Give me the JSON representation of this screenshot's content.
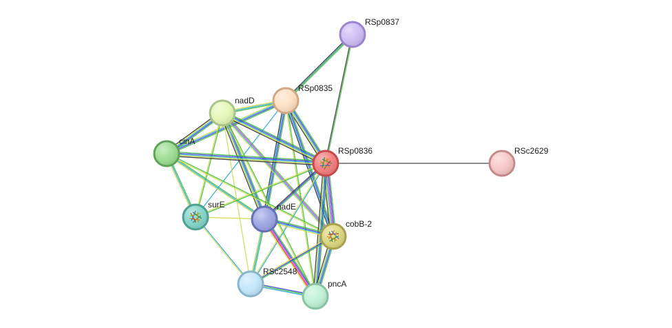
{
  "nodes": [
    {
      "id": "RSp0837",
      "label": "RSp0837",
      "fill": "#cdbdf4",
      "stroke": "#9a84cf"
    },
    {
      "id": "RSp0835",
      "label": "RSp0835",
      "fill": "#fde0c4",
      "stroke": "#d2a883"
    },
    {
      "id": "nadD",
      "label": "nadD",
      "fill": "#e4f7b7",
      "stroke": "#a9c487"
    },
    {
      "id": "cinA",
      "label": "cinA",
      "fill": "#9ddd92",
      "stroke": "#5ea35a"
    },
    {
      "id": "RSp0836",
      "label": "RSp0836",
      "fill": "#f47e7e",
      "stroke": "#c64a4a",
      "structure": true
    },
    {
      "id": "RSc2629",
      "label": "RSc2629",
      "fill": "#f7c7c7",
      "stroke": "#c48a8a"
    },
    {
      "id": "surE",
      "label": "surE",
      "fill": "#83d6c9",
      "stroke": "#519e93",
      "structure": true
    },
    {
      "id": "nadE",
      "label": "nadE",
      "fill": "#9da5e3",
      "stroke": "#6670b4"
    },
    {
      "id": "cobB-2",
      "label": "cobB-2",
      "fill": "#ddd77f",
      "stroke": "#a6a14e",
      "structure": true
    },
    {
      "id": "RSc2548",
      "label": "RSc2548",
      "fill": "#c4e6fb",
      "stroke": "#8ab3cd"
    },
    {
      "id": "pncA",
      "label": "pncA",
      "fill": "#bff1d6",
      "stroke": "#87c2a1"
    }
  ],
  "edge_colors": {
    "green": "#3fbf3f",
    "dark": "#333333",
    "blue": "#3b3bd6",
    "cyan": "#29a8d6",
    "yellow": "#d1d94f",
    "magenta": "#d63bd6",
    "red": "#d63b3b",
    "teal": "#2f8f8f"
  },
  "edges": [
    {
      "a": "RSp0837",
      "b": "RSp0836",
      "types": [
        "green",
        "dark"
      ]
    },
    {
      "a": "RSp0837",
      "b": "RSp0835",
      "types": [
        "green",
        "teal",
        "dark"
      ]
    },
    {
      "a": "RSp0835",
      "b": "nadD",
      "types": [
        "green",
        "cyan",
        "yellow"
      ]
    },
    {
      "a": "RSp0835",
      "b": "cinA",
      "types": [
        "green",
        "blue",
        "cyan",
        "yellow"
      ]
    },
    {
      "a": "RSp0835",
      "b": "RSp0836",
      "types": [
        "green",
        "blue",
        "cyan",
        "yellow",
        "dark"
      ]
    },
    {
      "a": "RSp0835",
      "b": "nadE",
      "types": [
        "green",
        "blue",
        "cyan",
        "dark"
      ]
    },
    {
      "a": "RSp0835",
      "b": "surE",
      "types": [
        "cyan"
      ]
    },
    {
      "a": "RSp0835",
      "b": "cobB-2",
      "types": [
        "green",
        "blue",
        "cyan",
        "dark"
      ]
    },
    {
      "a": "RSp0835",
      "b": "pncA",
      "types": [
        "green",
        "yellow"
      ]
    },
    {
      "a": "nadD",
      "b": "cinA",
      "types": [
        "green",
        "blue",
        "cyan",
        "yellow",
        "dark"
      ]
    },
    {
      "a": "nadD",
      "b": "RSp0836",
      "types": [
        "green",
        "blue",
        "cyan",
        "yellow",
        "dark"
      ]
    },
    {
      "a": "nadD",
      "b": "surE",
      "types": [
        "green",
        "yellow"
      ]
    },
    {
      "a": "nadD",
      "b": "nadE",
      "types": [
        "green",
        "blue",
        "cyan",
        "yellow",
        "dark"
      ]
    },
    {
      "a": "nadD",
      "b": "cobB-2",
      "types": [
        "green",
        "magenta",
        "cyan",
        "yellow"
      ]
    },
    {
      "a": "nadD",
      "b": "RSc2548",
      "types": [
        "yellow"
      ]
    },
    {
      "a": "nadD",
      "b": "pncA",
      "types": [
        "green",
        "yellow"
      ]
    },
    {
      "a": "cinA",
      "b": "RSp0836",
      "types": [
        "green",
        "blue",
        "cyan",
        "yellow",
        "dark"
      ]
    },
    {
      "a": "cinA",
      "b": "surE",
      "types": [
        "green",
        "cyan",
        "yellow"
      ]
    },
    {
      "a": "cinA",
      "b": "nadE",
      "types": [
        "green",
        "cyan",
        "yellow"
      ]
    },
    {
      "a": "cinA",
      "b": "cobB-2",
      "types": [
        "green",
        "yellow"
      ]
    },
    {
      "a": "RSp0836",
      "b": "RSc2629",
      "types": [
        "dark"
      ]
    },
    {
      "a": "RSp0836",
      "b": "surE",
      "types": [
        "green",
        "yellow"
      ]
    },
    {
      "a": "RSp0836",
      "b": "nadE",
      "types": [
        "green",
        "blue",
        "dark"
      ]
    },
    {
      "a": "RSp0836",
      "b": "cobB-2",
      "types": [
        "green",
        "blue",
        "magenta",
        "cyan",
        "yellow",
        "dark"
      ]
    },
    {
      "a": "RSp0836",
      "b": "pncA",
      "types": [
        "green",
        "blue",
        "cyan",
        "yellow",
        "dark"
      ]
    },
    {
      "a": "RSp0836",
      "b": "RSc2548",
      "types": [
        "cyan",
        "yellow"
      ]
    },
    {
      "a": "surE",
      "b": "nadE",
      "types": [
        "yellow"
      ]
    },
    {
      "a": "surE",
      "b": "RSc2548",
      "types": [
        "cyan",
        "yellow"
      ]
    },
    {
      "a": "nadE",
      "b": "cobB-2",
      "types": [
        "green",
        "blue",
        "cyan",
        "yellow"
      ]
    },
    {
      "a": "nadE",
      "b": "pncA",
      "types": [
        "green",
        "blue",
        "magenta",
        "red",
        "yellow"
      ]
    },
    {
      "a": "nadE",
      "b": "RSc2548",
      "types": [
        "green",
        "cyan",
        "yellow"
      ]
    },
    {
      "a": "cobB-2",
      "b": "pncA",
      "types": [
        "green",
        "blue",
        "cyan",
        "yellow",
        "dark"
      ]
    },
    {
      "a": "cobB-2",
      "b": "RSc2548",
      "types": [
        "green",
        "blue",
        "yellow"
      ]
    },
    {
      "a": "RSc2548",
      "b": "pncA",
      "types": [
        "blue",
        "green",
        "cyan"
      ]
    }
  ]
}
